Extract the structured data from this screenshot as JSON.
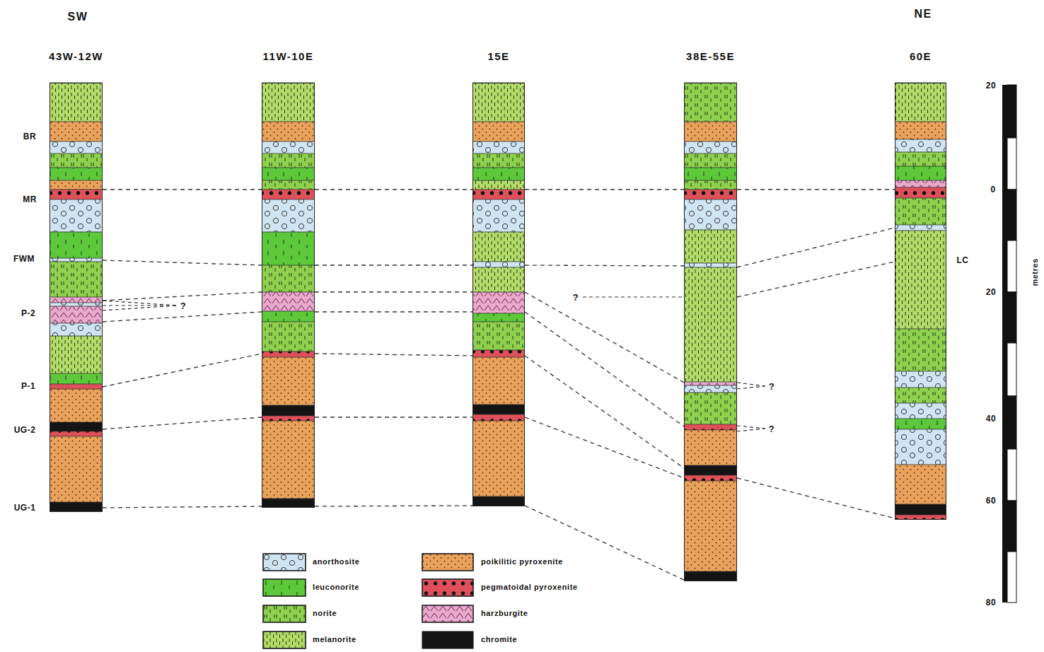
{
  "diagram": {
    "nodes": [
      {
        "text": [
          "43W-12W"
        ]
      },
      {
        "text": [
          "11W-10E"
        ]
      },
      {
        "text": [
          "15E"
        ]
      },
      {
        "text": [
          "38E-55E"
        ]
      },
      {
        "text": [
          "60E"
        ]
      }
    ],
    "edges": [
      {
        "from": 0,
        "to": 1,
        "arrow": "none"
      },
      {
        "from": 1,
        "to": 2,
        "arrow": "none"
      },
      {
        "from": 2,
        "to": 3,
        "arrow": "none"
      },
      {
        "from": 3,
        "to": 4,
        "arrow": "none"
      },
      {
        "from": 0,
        "to": 1,
        "arrow": "none"
      },
      {
        "from": 1,
        "to": 2,
        "arrow": "none"
      },
      {
        "from": 2,
        "to": 3,
        "arrow": "none"
      },
      {
        "from": 3,
        "to": 4,
        "arrow": "none"
      },
      {
        "from": 3,
        "to": 4,
        "arrow": "none"
      },
      {
        "from": 0,
        "to": 1,
        "arrow": "none"
      },
      {
        "from": 1,
        "to": 2,
        "arrow": "none"
      },
      {
        "from": 2,
        "to": 3,
        "arrow": "none"
      },
      {
        "from": 0,
        "to": 1,
        "arrow": "none"
      },
      {
        "from": 1,
        "to": 2,
        "arrow": "none"
      },
      {
        "from": 2,
        "to": 3,
        "arrow": "none"
      },
      {
        "from": 0,
        "to": 1,
        "arrow": "none"
      },
      {
        "from": 1,
        "to": 2,
        "arrow": "none"
      },
      {
        "from": 2,
        "to": 3,
        "arrow": "none"
      },
      {
        "from": 0,
        "to": 1,
        "arrow": "none"
      },
      {
        "from": 1,
        "to": 2,
        "arrow": "none"
      },
      {
        "from": 2,
        "to": 3,
        "arrow": "none"
      },
      {
        "from": 3,
        "to": 4,
        "arrow": "none"
      },
      {
        "from": 0,
        "to": 1,
        "arrow": "none"
      },
      {
        "from": 1,
        "to": 2,
        "arrow": "none"
      },
      {
        "from": 2,
        "to": 3,
        "arrow": "none"
      }
    ],
    "labels": [
      "SW",
      "NE",
      "BR",
      "MR",
      "FWM",
      "P-2",
      "P-1",
      "UG-2",
      "UG-1",
      "LC",
      "?",
      "?",
      "?",
      "?",
      "20",
      "0",
      "20",
      "40",
      "60",
      "80",
      "metres"
    ],
    "legend": [
      {
        "text": "anorthosite",
        "color": "#cfe6f2"
      },
      {
        "text": "leuconorite",
        "color": "#5cc83a"
      },
      {
        "text": "norite",
        "color": "#8fd14f"
      },
      {
        "text": "melanorite",
        "color": "#b2db6a"
      },
      {
        "text": "poikilitic pyroxenite",
        "color": "#e9a25c"
      },
      {
        "text": "pegmatoidal pyroxenite",
        "color": "#e0505a"
      },
      {
        "text": "harzburgite",
        "color": "#e8a9cb"
      },
      {
        "text": "chromite",
        "color": "#141414"
      }
    ]
  }
}
